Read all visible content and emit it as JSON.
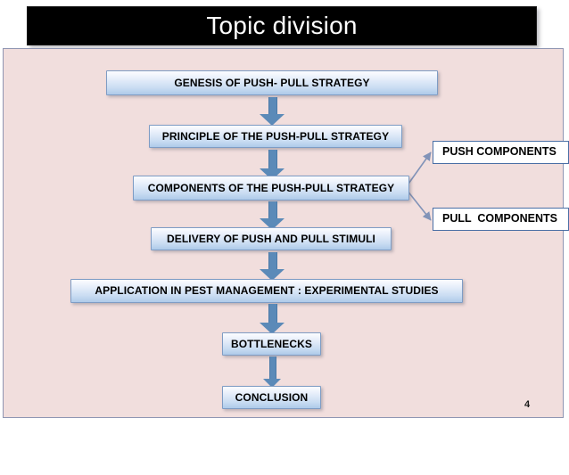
{
  "slide": {
    "title": "Topic division",
    "number": "4",
    "background_color": "#f1dedd",
    "title_bar_color": "#000000",
    "title_text_color": "#ffffff"
  },
  "flowchart": {
    "accent_color": "#5b8ab8",
    "box_border_color": "#7e9cc4",
    "nodes": [
      {
        "id": "genesis",
        "label": "GENESIS OF PUSH- PULL STRATEGY"
      },
      {
        "id": "principle",
        "label": "PRINCIPLE OF THE PUSH-PULL STRATEGY"
      },
      {
        "id": "components",
        "label": "COMPONENTS OF THE PUSH-PULL STRATEGY"
      },
      {
        "id": "delivery",
        "label": "DELIVERY OF PUSH AND PULL STIMULI"
      },
      {
        "id": "application",
        "label": "APPLICATION IN PEST MANAGEMENT : EXPERIMENTAL STUDIES"
      },
      {
        "id": "bottlenecks",
        "label": "BOTTLENECKS"
      },
      {
        "id": "conclusion",
        "label": "CONCLUSION"
      }
    ],
    "branches": [
      {
        "id": "push",
        "label": "PUSH COMPONENTS"
      },
      {
        "id": "pull",
        "label": "PULL  COMPONENTS"
      }
    ]
  }
}
